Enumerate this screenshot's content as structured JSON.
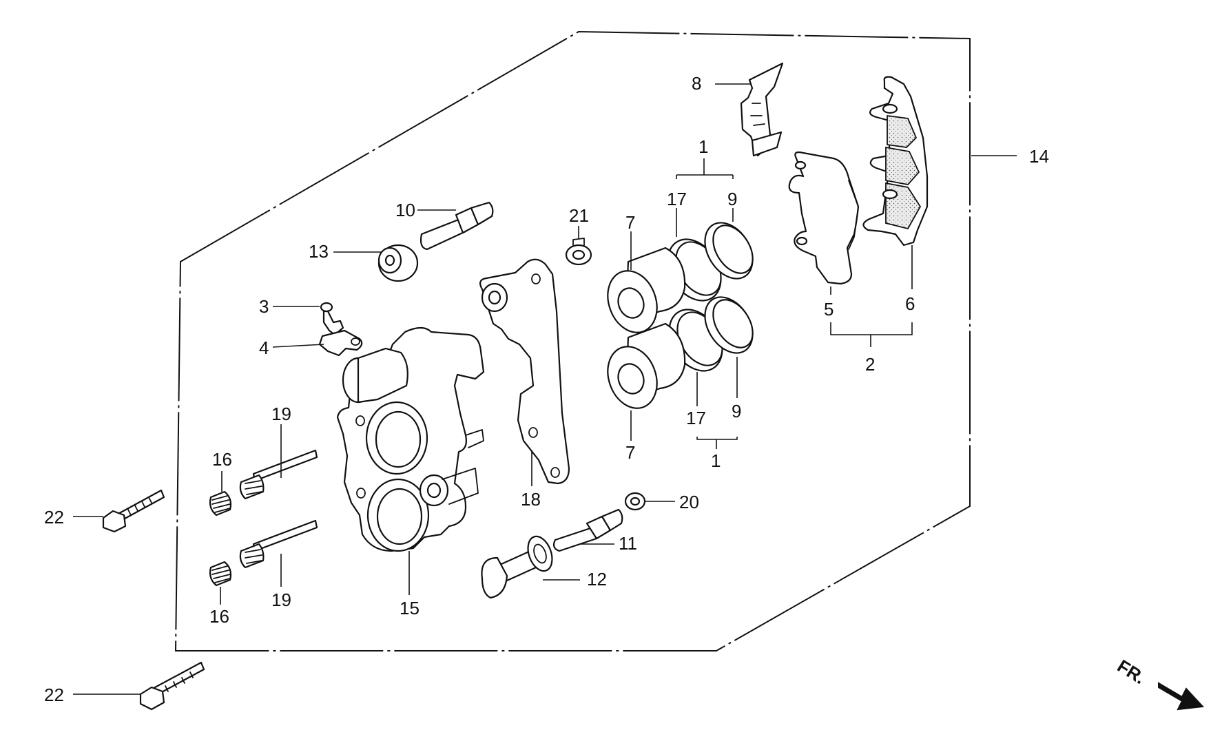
{
  "diagram": {
    "front_marker": "FR.",
    "callouts": {
      "c1_top": "1",
      "c1_bottom": "1",
      "c2": "2",
      "c3": "3",
      "c4": "4",
      "c5": "5",
      "c6": "6",
      "c7_top": "7",
      "c7_bottom": "7",
      "c8": "8",
      "c9_top": "9",
      "c9_bottom": "9",
      "c10": "10",
      "c11": "11",
      "c12": "12",
      "c13": "13",
      "c14": "14",
      "c15": "15",
      "c16_top": "16",
      "c16_bottom": "16",
      "c17_top": "17",
      "c17_bottom": "17",
      "c18": "18",
      "c19_top": "19",
      "c19_bottom": "19",
      "c20": "20",
      "c21": "21",
      "c22_top": "22",
      "c22_bottom": "22"
    }
  }
}
